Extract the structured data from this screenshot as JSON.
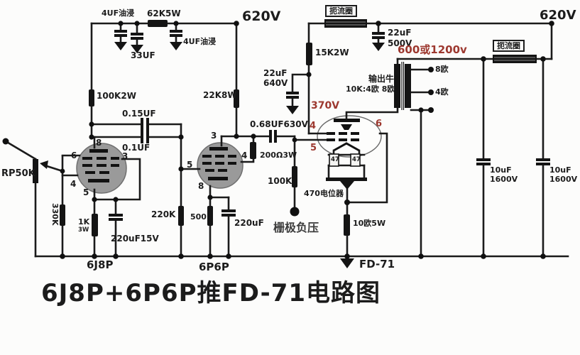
{
  "title": "6J8P+6P6P推FD-71电路图",
  "psu": {
    "v620_left": "620V",
    "v620_right": "620V",
    "cap_4uf_a": "4UF油浸",
    "res_62k": "62K5W",
    "cap_4uf_b": "4UF油浸",
    "cap_33uf": "33UF",
    "choke_left": "扼流圈",
    "choke_right": "扼流圈",
    "cap_22uf_500v_line1": "22uF",
    "cap_22uf_500v_line2": "500V",
    "res_15k": "15K2W",
    "cap_22uf_640v_line1": "22uF",
    "cap_22uf_640v_line2": "640V",
    "b_plus": "600或1200v",
    "cap_10uf_a_line1": "10uF",
    "cap_10uf_a_line2": "1600V",
    "cap_10uf_b_line1": "10uF",
    "cap_10uf_b_line2": "1600V"
  },
  "input": {
    "pot": "RP50K"
  },
  "stage1": {
    "tube": "6J8P",
    "plate_res": "100K2W",
    "grid_res": "330K",
    "cathode_res": "1K",
    "cathode_res_watt": "3W",
    "cathode_cap": "220uF15V",
    "pin8": "8",
    "pin6": "6",
    "pin3": "3",
    "pin4": "4",
    "pin5": "5"
  },
  "coupling1": {
    "cap_a": "0.15UF",
    "cap_b": "0.1UF"
  },
  "stage2": {
    "tube": "6P6P",
    "plate_res": "22K8W",
    "grid_res": "220K",
    "screen_res": "200Ω3W",
    "cathode_res": "500",
    "cathode_cap": "220uF",
    "pin3": "3",
    "pin4": "4",
    "pin5": "5",
    "pin8": "8"
  },
  "coupling2": {
    "cap": "0.68UF630V"
  },
  "output": {
    "tube": "FD-71",
    "plate_v": "370V",
    "pin4": "4",
    "pin5": "5",
    "pin6": "6",
    "grid_res": "100K",
    "bias_label": "栅极负压",
    "fil_res_a": "47",
    "fil_res_b": "47",
    "hum_pot": "470电位器",
    "cathode_res": "10欧5W"
  },
  "transformer": {
    "name_line1": "输出牛",
    "name_line2": "10K:4欧 8欧",
    "tap_8": "8欧",
    "tap_4": "4欧"
  }
}
